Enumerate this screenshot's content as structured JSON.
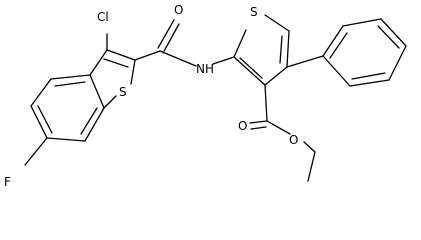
{
  "atoms": {
    "cl": "Cl",
    "s_benzothiophene": "S",
    "f": "F",
    "o_amide": "O",
    "nh": "NH",
    "s_thiophene": "S",
    "o_carbonyl": "O",
    "o_ester": "O"
  },
  "colors": {
    "bond": "#000000",
    "label": "#000000",
    "background": "#ffffff"
  }
}
